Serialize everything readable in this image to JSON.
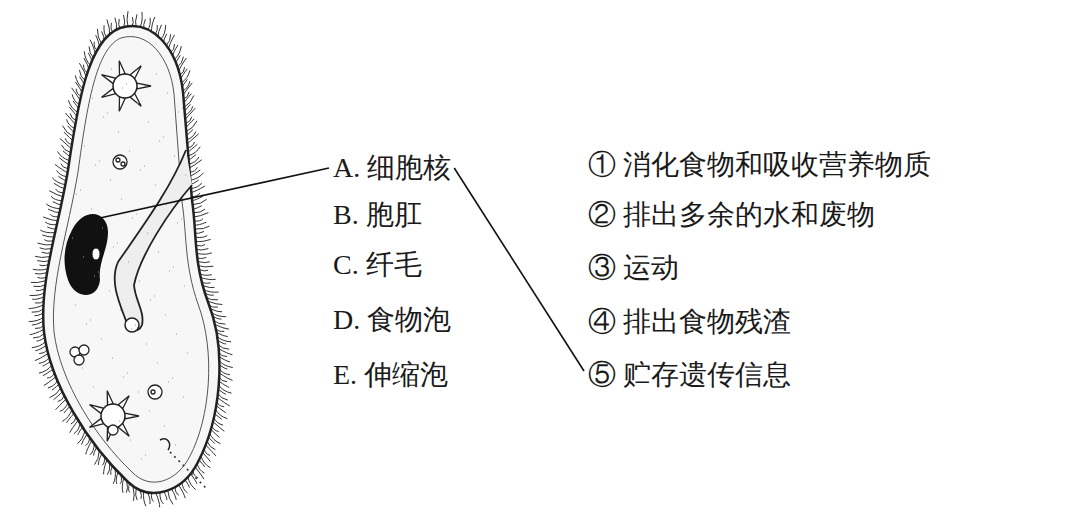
{
  "diagram": {
    "labels": [
      "A. 细胞核",
      "B. 胞肛",
      "C. 纤毛",
      "D. 食物泡",
      "E. 伸缩泡",
      "① 消化食物和吸收营养物质",
      "② 排出多余的水和废物",
      "③ 运动",
      "④ 排出食物残渣",
      "⑤ 贮存遗传信息"
    ]
  }
}
